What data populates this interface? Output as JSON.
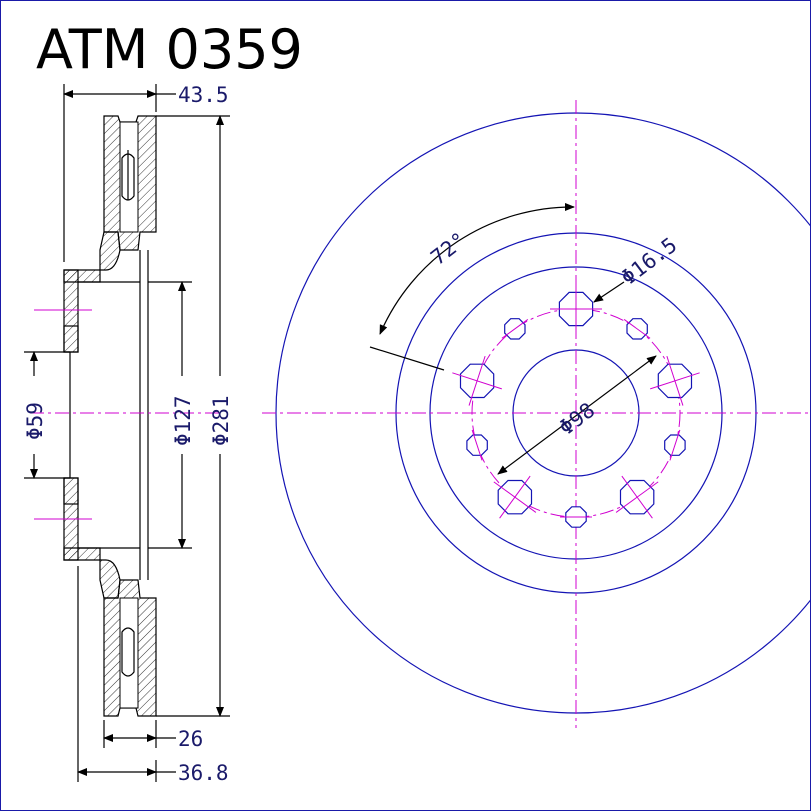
{
  "title": "ATM 0359",
  "dimensions": {
    "overall_width": "43.5",
    "hat_height": "26",
    "disc_thickness": "36.8",
    "center_bore": "Φ59",
    "hat_diameter": "Φ127",
    "outer_diameter": "Φ281",
    "bolt_circle": "Φ98",
    "bolt_hole": "Φ16.5",
    "angle": "72°"
  },
  "colors": {
    "outline": "#1414b4",
    "centerline": "#d000d0",
    "section": "#000000"
  },
  "bolt_count": 5
}
